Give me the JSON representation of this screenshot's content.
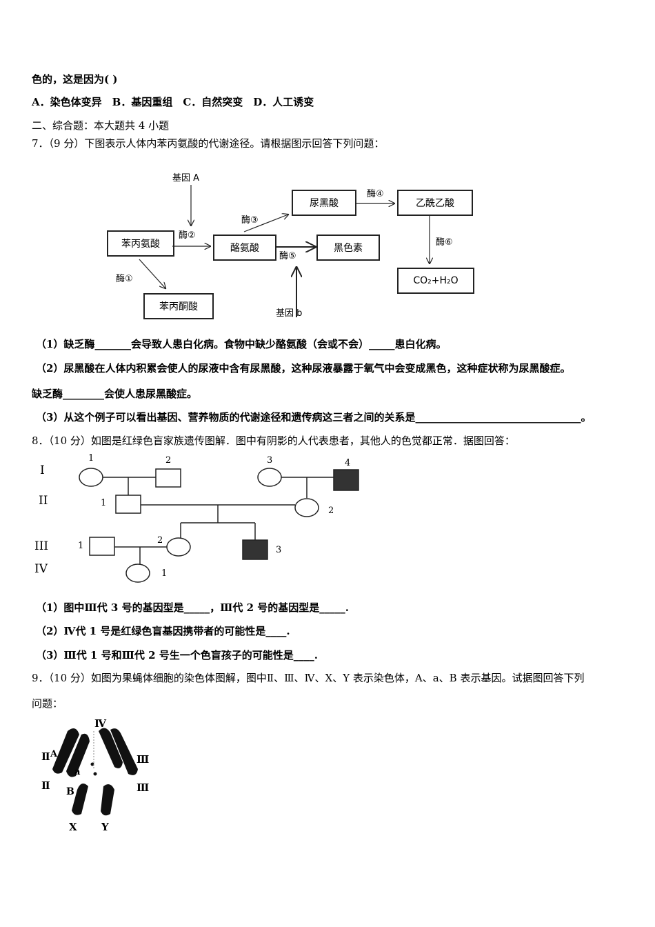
{
  "q6_tail": "色的，这是因为( )",
  "q6_options": "A．染色体变异　B．基因重组　C．自然突变　D．人工诱变",
  "section2": "二、综合题：本大题共 4 小题",
  "q7": {
    "stem": "7．（9 分）下图表示人体内苯丙氨酸的代谢途径。请根据图示回答下列问题：",
    "diagram": {
      "gene_a": "基因 A",
      "gene_b": "基因 b",
      "phe": "苯丙氨酸",
      "ppa": "苯丙酮酸",
      "tyr": "酪氨酸",
      "melanin": "黑色素",
      "hga": "尿黑酸",
      "aca": "乙酰乙酸",
      "end": "CO₂+H₂O",
      "e1": "酶①",
      "e2": "酶②",
      "e3": "酶③",
      "e4": "酶④",
      "e5": "酶⑤",
      "e6": "酶⑥"
    },
    "p1": "（1）缺乏酶_______会导致人患白化病。食物中缺少酪氨酸（会或不会）_____患白化病。",
    "p2": "（2）尿黑酸在人体内积累会使人的尿液中含有尿黑酸，这种尿液暴露于氧气中会变成黑色，这种症状称为尿黑酸症。",
    "p2b": "缺乏酶________会使人患尿黑酸症。",
    "p3": "（3）从这个例子可以看出基因、营养物质的代谢途径和遗传病这三者之间的关系是________________________________。"
  },
  "q8": {
    "stem": "8．（10 分）如图是红绿色盲家族遗传图解．图中有阴影的人代表患者，其他人的色觉都正常．据图回答：",
    "gens": [
      "I",
      "II",
      "III",
      "IV"
    ],
    "nums": [
      "1",
      "2",
      "3",
      "4",
      "1",
      "2",
      "1",
      "2",
      "3",
      "1"
    ],
    "p1": "（1）图中Ⅲ代 3 号的基因型是_____，Ⅲ代 2 号的基因型是_____.",
    "p2": "（2）Ⅳ代 1 号是红绿色盲基因携带者的可能性是____.",
    "p3": "（3）Ⅲ代 1 号和Ⅲ代 2 号生一个色盲孩子的可能性是____."
  },
  "q9": {
    "stem": "9．（10 分）如图为果蝇体细胞的染色体图解，图中Ⅱ、Ⅲ、Ⅳ、X、Y 表示染色体，A、a、B 表示基因。试据图回答下列",
    "stem2": "问题：",
    "labels": {
      "II": "Ⅱ",
      "III": "Ⅲ",
      "IV": "Ⅳ",
      "X": "X",
      "Y": "Y",
      "A": "A",
      "a": "a",
      "B": "B"
    }
  }
}
